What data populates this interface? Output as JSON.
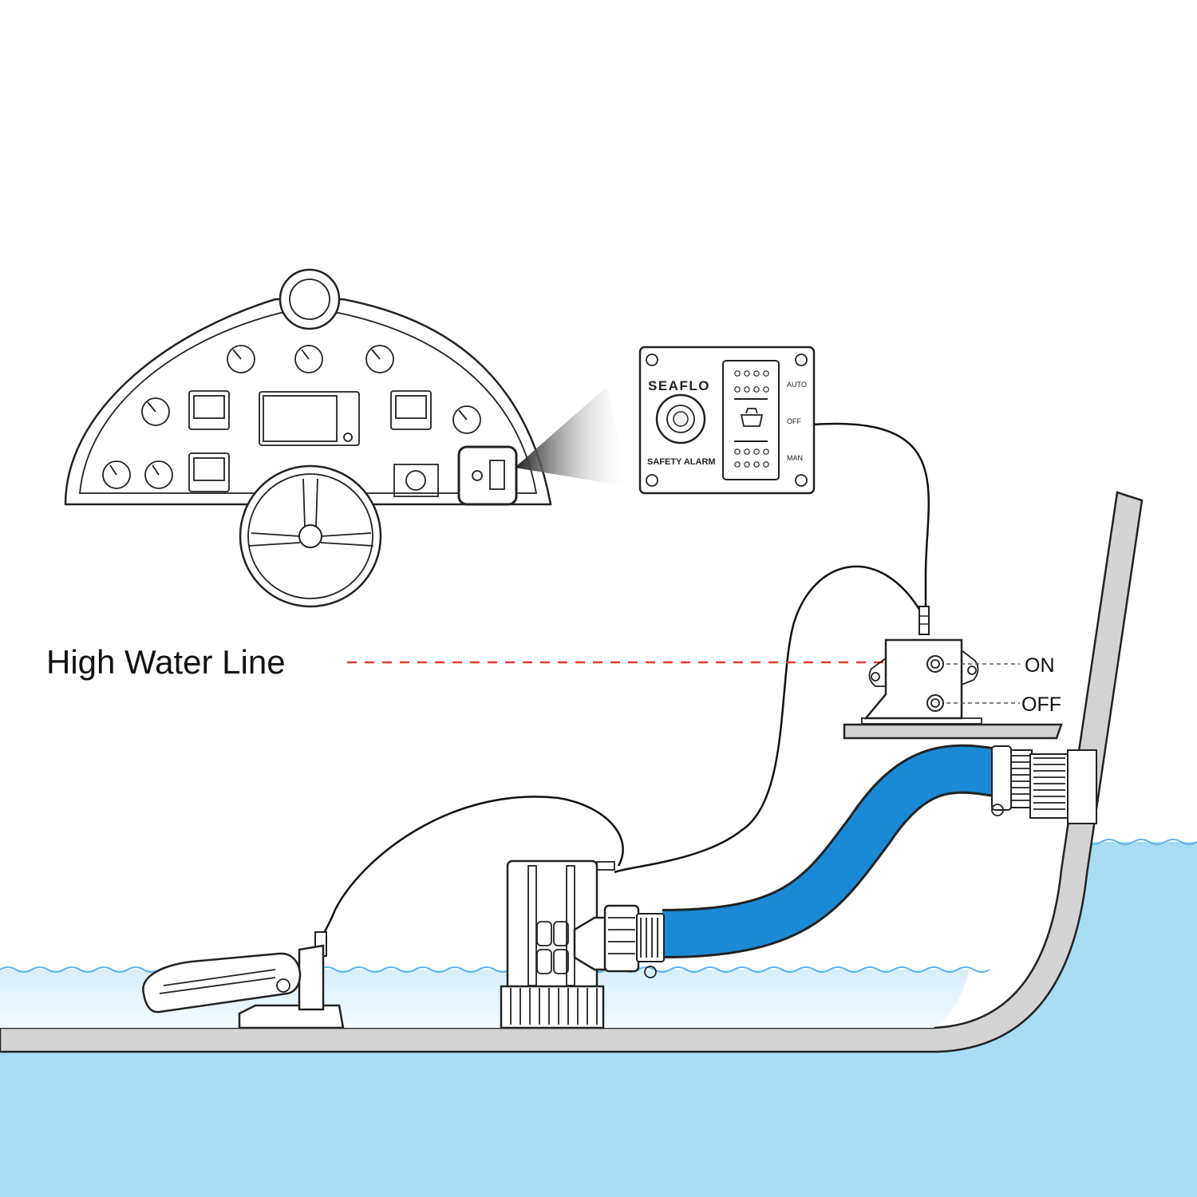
{
  "high_water_line": {
    "label": "High Water Line",
    "line_color": "#e53b2c"
  },
  "float_switch": {
    "on_label": "ON",
    "off_label": "OFF"
  },
  "alarm_panel": {
    "brand": "SEAFLO",
    "button_label": "SAFETY ALARM",
    "positions": [
      "AUTO",
      "OFF",
      "MAN"
    ]
  },
  "colors": {
    "water_fill": "#a8dcf4",
    "water_edge": "#5fb4e4",
    "hose": "#1a8ad6",
    "hull": "#d3d3d3",
    "line": "#222222"
  },
  "icons": {
    "dashboard": "boat-dashboard-icon",
    "steering_wheel": "steering-wheel-icon",
    "pump": "bilge-pump-icon",
    "float": "float-switch-icon",
    "sensor": "water-level-sensor-icon"
  }
}
